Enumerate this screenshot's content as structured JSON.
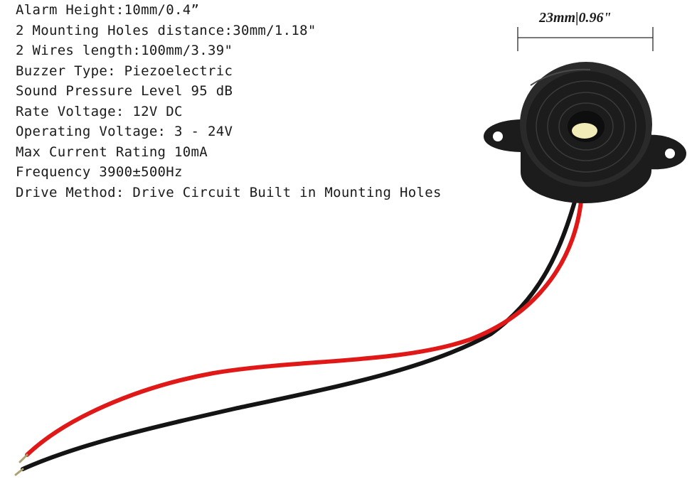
{
  "specs": [
    "Alarm Height:10mm/0.4”",
    "2 Mounting Holes distance:30mm/1.18\"",
    "2 Wires length:100mm/3.39\"",
    "Buzzer Type: Piezoelectric",
    "Sound Pressure Level 95 dB",
    "Rate Voltage: 12V DC",
    "Operating Voltage: 3 - 24V",
    "Max Current Rating 10mA",
    "Frequency 3900±500Hz",
    "Drive Method: Drive Circuit Built in Mounting Holes"
  ],
  "dimension_label": "23mm|0.96\"",
  "colors": {
    "buzzer_body": "#1c1c1c",
    "buzzer_rim": "#2a2a2a",
    "indicator": "#f2ecb8",
    "wire_red": "#e01818",
    "wire_black": "#141414"
  }
}
